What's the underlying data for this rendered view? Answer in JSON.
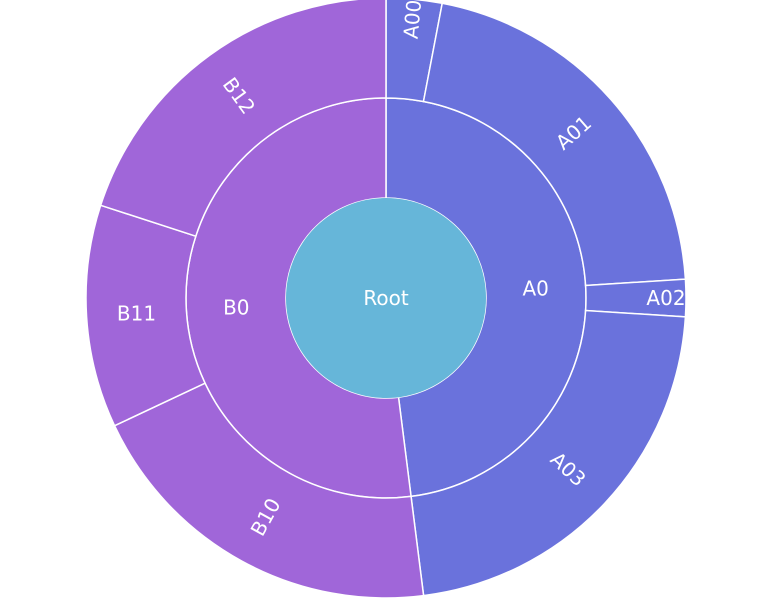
{
  "chart_data": {
    "type": "sunburst",
    "colors": {
      "root": "#66b6d9",
      "A": "#6a72dc",
      "B": "#a066d9"
    },
    "root": {
      "label": "Root",
      "children": [
        {
          "label": "A0",
          "value": 48,
          "children": [
            {
              "label": "A00",
              "value": 3
            },
            {
              "label": "A01",
              "value": 21
            },
            {
              "label": "A02",
              "value": 2
            },
            {
              "label": "A03",
              "value": 22
            }
          ]
        },
        {
          "label": "B0",
          "value": 52,
          "children": [
            {
              "label": "B10",
              "value": 20
            },
            {
              "label": "B11",
              "value": 12
            },
            {
              "label": "B12",
              "value": 20
            }
          ]
        }
      ]
    }
  }
}
